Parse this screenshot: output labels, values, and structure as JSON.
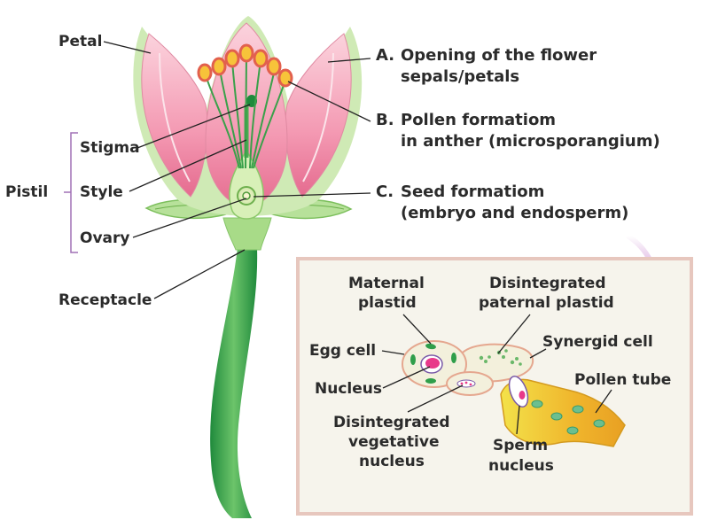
{
  "labels": {
    "petal": "Petal",
    "stigma": "Stigma",
    "style": "Style",
    "pistil": "Pistil",
    "ovary": "Ovary",
    "receptacle": "Receptacle"
  },
  "steps": {
    "a_letter": "A.",
    "a_line1": "Opening of the flower",
    "a_line2": "sepals/petals",
    "b_letter": "B.",
    "b_line1": "Pollen formatiom",
    "b_line2": "in anther (microsporangium)",
    "c_letter": "C.",
    "c_line1": "Seed formatiom",
    "c_line2": "(embryo and endosperm)"
  },
  "inset": {
    "maternal_plastid_1": "Maternal",
    "maternal_plastid_2": "plastid",
    "paternal_plastid_1": "Disintegrated",
    "paternal_plastid_2": "paternal plastid",
    "egg_cell": "Egg cell",
    "synergid_cell": "Synergid cell",
    "nucleus": "Nucleus",
    "pollen_tube": "Pollen tube",
    "vegetative_1": "Disintegrated",
    "vegetative_2": "vegetative",
    "vegetative_3": "nucleus",
    "sperm_1": "Sperm",
    "sperm_2": "nucleus"
  },
  "colors": {
    "petal_pink": "#f08aa6",
    "leaf_green": "#9cd27a",
    "stem_green": "#2f9e4a",
    "inset_border": "#e7c7be",
    "bracket_purple": "#a070b5",
    "arrow_purple": "#c070c8"
  }
}
